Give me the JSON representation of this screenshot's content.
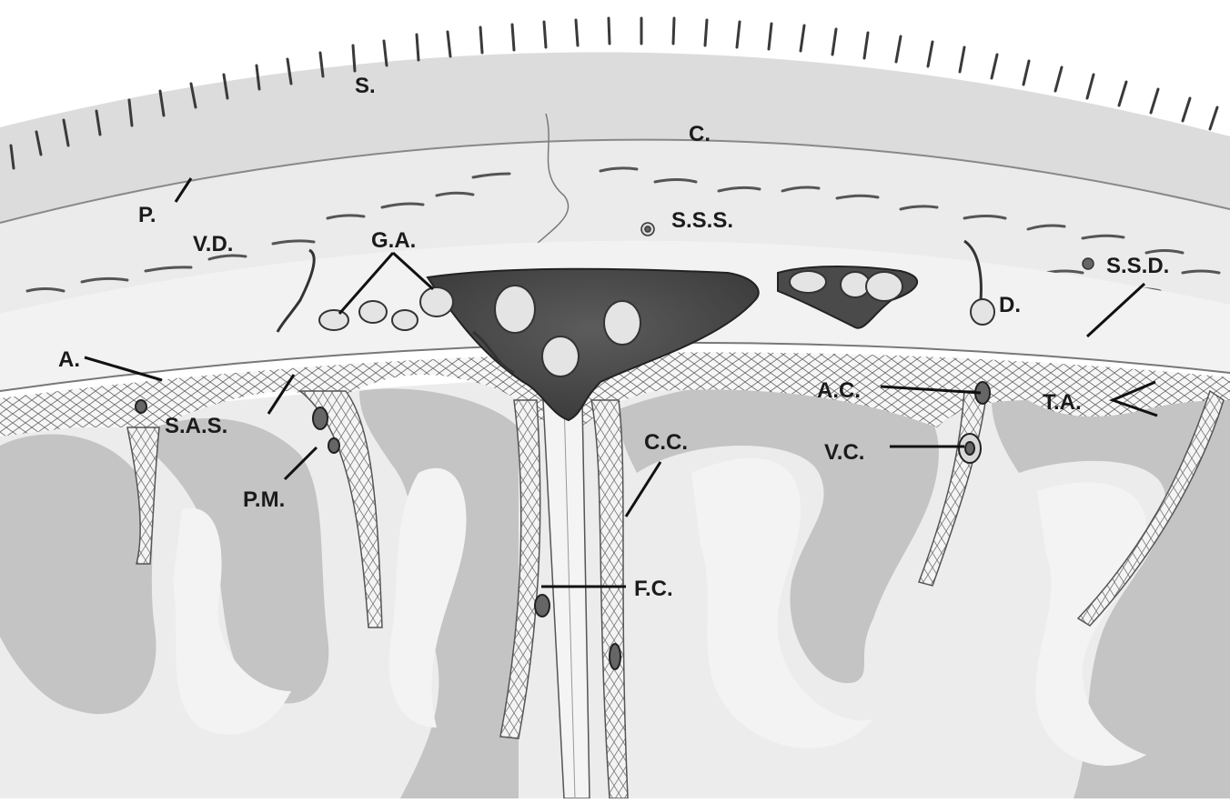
{
  "figure": {
    "labels": {
      "s": "S.",
      "c": "C.",
      "p": "P.",
      "vd": "V.D.",
      "ga": "G.A.",
      "sss": "S.S.S.",
      "ssd": "S.S.D.",
      "d": "D.",
      "a": "A.",
      "sas": "S.A.S.",
      "pm": "P.M.",
      "ac": "A.C.",
      "ta": "T.A.",
      "vc": "V.C.",
      "cc": "C.C.",
      "fc": "F.C."
    }
  },
  "colors": {
    "background": "#ffffff",
    "scalp": "#dcdcdc",
    "skull": "#ebebeb",
    "dura": "#f2f2f2",
    "cortex_gray": "#c4c4c4",
    "white_matter": "#ececec",
    "sinus": "#4a4a4a",
    "arachnoid": "#f7f7f7",
    "ink": "#1b1b1b"
  }
}
